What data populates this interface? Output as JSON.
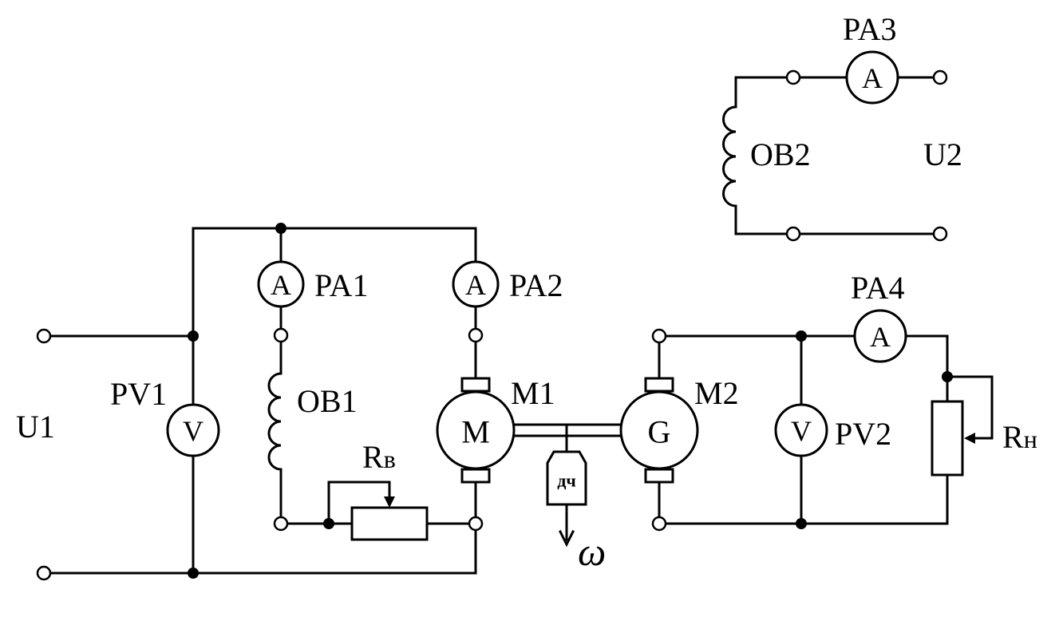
{
  "labels": {
    "u1": "U1",
    "u2": "U2",
    "pv1": "PV1",
    "pv2": "PV2",
    "pa1": "PA1",
    "pa2": "PA2",
    "pa3": "PA3",
    "pa4": "PA4",
    "ob1": "OB1",
    "ob2": "OB2",
    "m1": "M1",
    "m2": "M2",
    "rv_main": "R",
    "rv_sub": "в",
    "rn_main": "R",
    "rn_sub": "н",
    "tacho": "дч",
    "omega": "ω"
  },
  "symbols": {
    "ammeter": "A",
    "voltmeter": "V",
    "motor": "M",
    "generator": "G"
  }
}
